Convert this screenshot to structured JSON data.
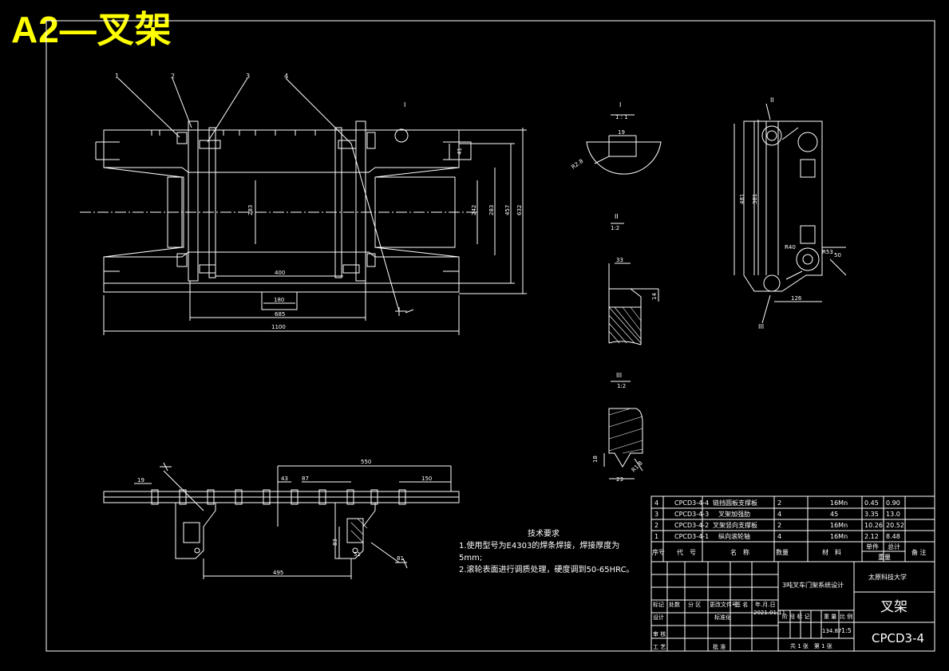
{
  "sheet_title": "A2—叉架",
  "balloons": [
    "1",
    "2",
    "3",
    "4"
  ],
  "detail_marks": {
    "I": "I",
    "II": "II",
    "III": "III"
  },
  "detail_views": [
    {
      "label": "I",
      "scale": "1 : 1",
      "dim": "19",
      "radius": "R2.8"
    },
    {
      "label": "II",
      "scale": "1:2",
      "dims": [
        "33",
        "14"
      ]
    },
    {
      "label": "III",
      "scale": "1:2",
      "dims": [
        "18",
        "23",
        "R1.8"
      ]
    }
  ],
  "front_dims": {
    "overall": "1100",
    "span": "685",
    "mid": "400",
    "base": "180",
    "h_inner": "283",
    "h1": "242",
    "h2": "283",
    "h3": "457",
    "h4": "632",
    "lug": "41"
  },
  "side_dims": {
    "height": "481",
    "inner": "381",
    "width": "126",
    "r1": "R40",
    "r2": "R53",
    "d": "50"
  },
  "bottom_dims": {
    "overall": "550",
    "pitch_a": "43",
    "pitch_b": "87",
    "end": "150",
    "left": "19",
    "span": "495",
    "lug_h": "83",
    "lug_w": "51",
    "hole": "81"
  },
  "tech_requirements": {
    "heading": "技术要求",
    "lines": [
      "1.使用型号为E4303的焊条焊接，焊接厚度为",
      "5mm;",
      "2.滚轮表面进行调质处理，硬度调到50-65HRC。"
    ]
  },
  "parts": [
    {
      "no": "4",
      "code": "CPCD3-4-4",
      "name": "链挡圆板支撑板",
      "qty": "2",
      "material": "16Mn",
      "unit_w": "0.45",
      "total_w": "0.90"
    },
    {
      "no": "3",
      "code": "CPCD3-4-3",
      "name": "叉架加强肋",
      "qty": "4",
      "material": "45",
      "unit_w": "3.35",
      "total_w": "13.0"
    },
    {
      "no": "2",
      "code": "CPCD3-4-2",
      "name": "叉架竖向支撑板",
      "qty": "2",
      "material": "16Mn",
      "unit_w": "10.26",
      "total_w": "20.52"
    },
    {
      "no": "1",
      "code": "CPCD3-4-1",
      "name": "纵向滚轮轴",
      "qty": "4",
      "material": "16Mn",
      "unit_w": "2.12",
      "total_w": "8.48"
    }
  ],
  "parts_header": {
    "no": "序号",
    "code": "代　号",
    "name": "名　称",
    "qty": "数量",
    "material": "材　料",
    "unit_w": "单件",
    "total_w": "总计",
    "weight": "重量",
    "remark": "备 注"
  },
  "title_block": {
    "project": "3吨叉车门架系统设计",
    "school": "太原科技大学",
    "drawing_name": "叉架",
    "drawing_no": "CPCD3-4",
    "mass": "134.87",
    "scale": "1:5",
    "stage_label": "阶 段 标 记",
    "mass_label": "重 量",
    "scale_label": "比 例",
    "sheets": "共 1 张　第 1 张",
    "rows": [
      [
        "标记",
        "处数",
        "分 区",
        "更改文件号",
        "签 名",
        "年.月.日"
      ],
      [
        "设计",
        "",
        "",
        "标准化",
        "",
        ""
      ],
      [
        "审 核",
        "",
        "",
        "",
        "",
        ""
      ],
      [
        "工 艺",
        "",
        "",
        "批 准",
        "",
        ""
      ]
    ],
    "date": "2021.01.11"
  },
  "colors": {
    "line": "#ffffff",
    "title": "#ffff00",
    "bg": "#000000"
  }
}
